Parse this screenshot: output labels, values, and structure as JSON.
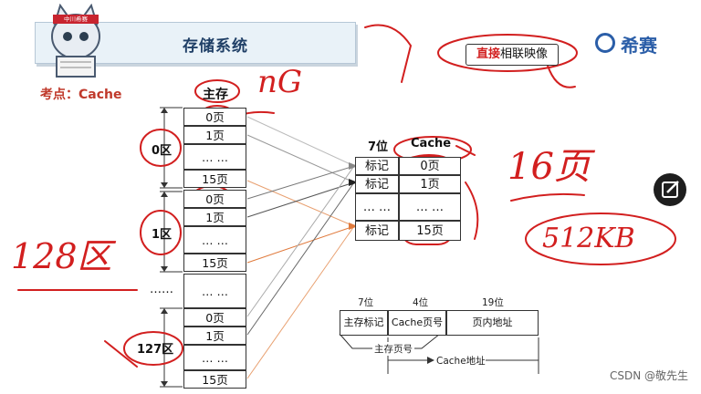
{
  "header": {
    "title": "存储系统",
    "topic": "考点：Cache",
    "brand": "希赛",
    "mascot_tag": "中川希赛",
    "pill_red": "直接",
    "pill_rest": "相联映像"
  },
  "memory": {
    "title": "主存",
    "zones": [
      "0区",
      "1区",
      "……",
      "127区"
    ],
    "cells": [
      "0页",
      "1页",
      "… …",
      "15页",
      "0页",
      "1页",
      "… …",
      "15页",
      "… …",
      "0页",
      "1页",
      "… …",
      "15页"
    ]
  },
  "cache": {
    "col1_header": "7位",
    "col2_header": "Cache",
    "rows": [
      {
        "tag": "标记",
        "page": "0页"
      },
      {
        "tag": "标记",
        "page": "1页"
      },
      {
        "tag": "… …",
        "page": "… …"
      },
      {
        "tag": "标记",
        "page": "15页"
      }
    ]
  },
  "address": {
    "bits": [
      "7位",
      "4位",
      "19位"
    ],
    "fields": [
      "主存标记",
      "Cache页号",
      "页内地址"
    ],
    "main_page_label": "主存页号",
    "cache_addr_label": "Cache地址"
  },
  "handwriting": {
    "n_label": "nG",
    "zones_count": "128区",
    "pages_count": "16页",
    "cache_size": "512KB"
  },
  "watermark": "CSDN @敬先生",
  "colors": {
    "accent_blue": "#1f3f66",
    "ink_red": "#d21f1f"
  }
}
